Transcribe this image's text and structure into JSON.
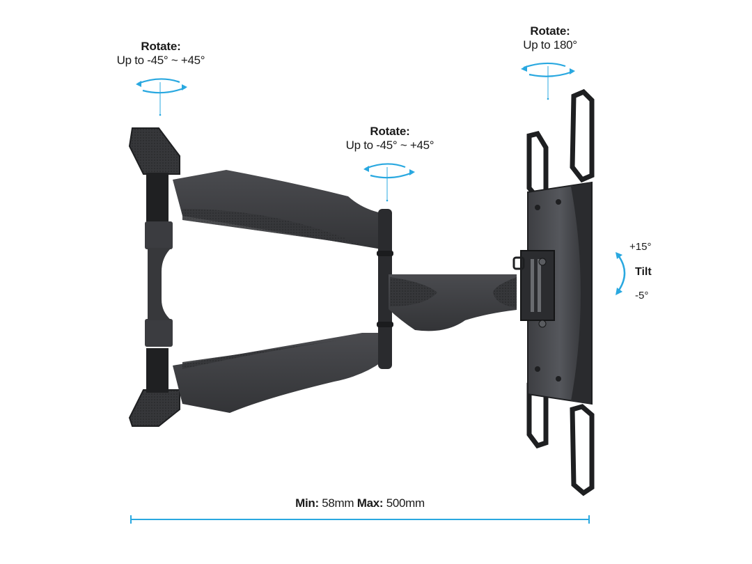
{
  "diagram": {
    "subject": "full-motion TV wall mount",
    "accent_color": "#29a8e0",
    "mount_color": "#3a3b3e",
    "annotations": {
      "rotate_left": {
        "title": "Rotate:",
        "value": "Up to -45° ~ +45°"
      },
      "rotate_middle": {
        "title": "Rotate:",
        "value": "Up to -45° ~ +45°"
      },
      "rotate_right": {
        "title": "Rotate:",
        "value": "Up to 180°"
      },
      "tilt": {
        "title": "Tilt",
        "up": "+15°",
        "down": "-5°"
      }
    },
    "extension": {
      "min_label": "Min:",
      "min_value": "58mm",
      "max_label": "Max:",
      "max_value": "500mm"
    },
    "icons": [
      "rotate-arrows-icon",
      "tilt-arc-arrow-icon",
      "dimension-line"
    ]
  }
}
